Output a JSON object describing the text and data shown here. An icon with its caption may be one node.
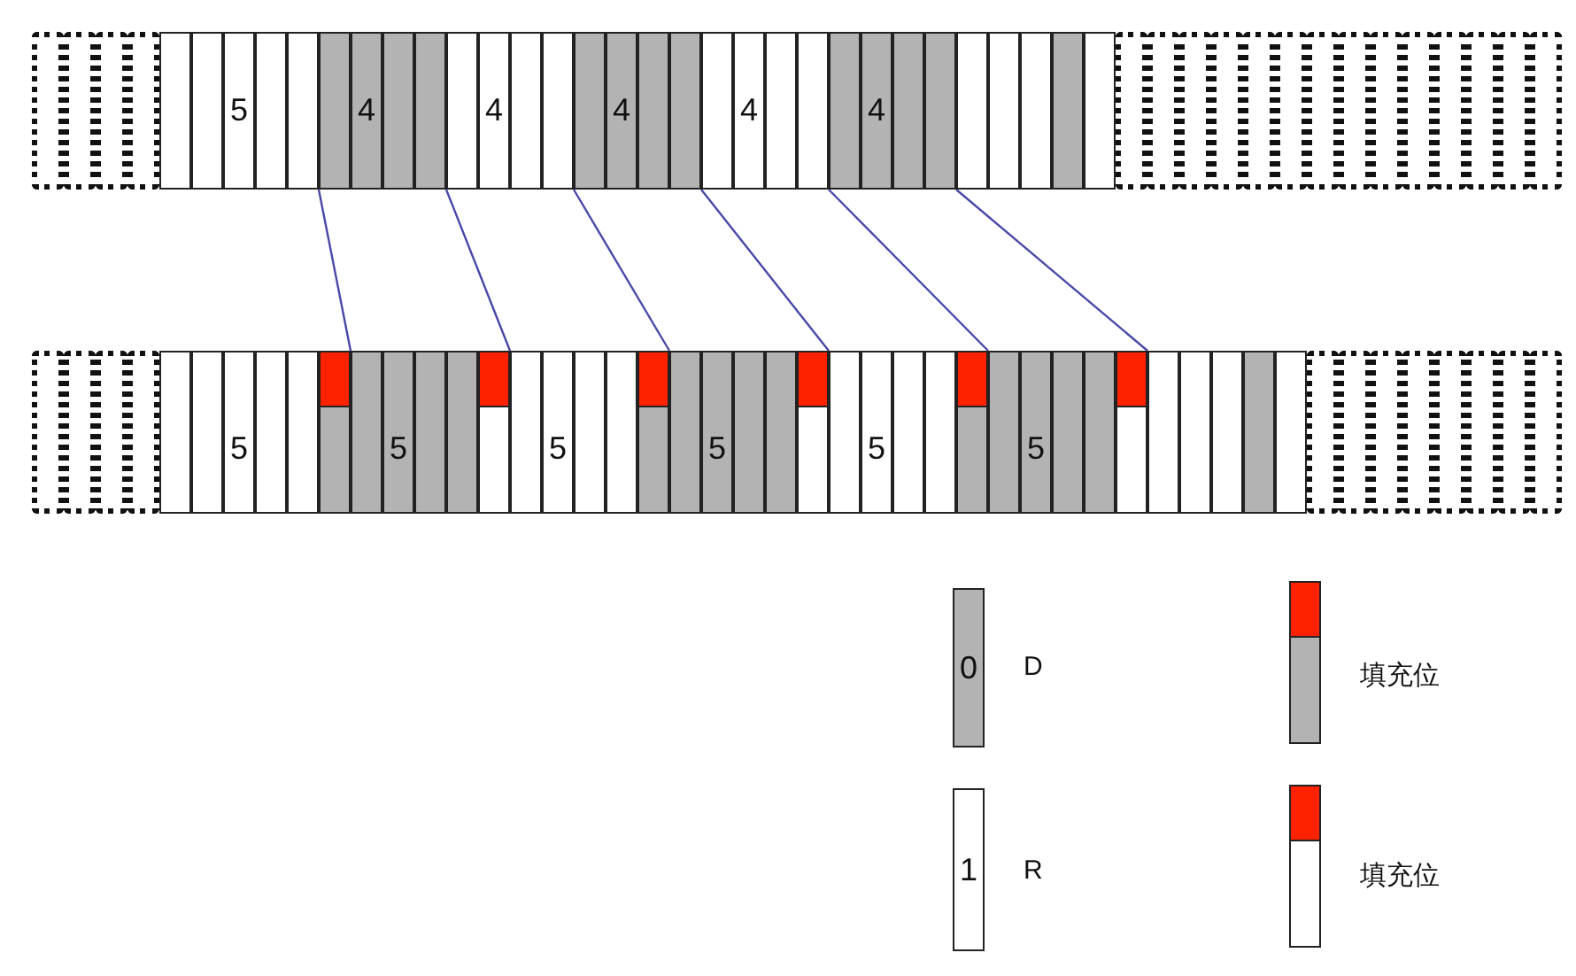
{
  "diagram": {
    "nodes": [
      {
        "text": [],
        "shape": "bar"
      },
      {
        "text": [],
        "shape": "bar"
      },
      {
        "text": [],
        "shape": "bar",
        "in": 1
      },
      {
        "text": [],
        "shape": "bar",
        "in": 1
      },
      {
        "text": [],
        "shape": "bar",
        "in": 1
      },
      {
        "text": [],
        "shape": "bar",
        "in": 1
      },
      {
        "text": [],
        "shape": "bar",
        "in": 1
      },
      {
        "text": [],
        "shape": "bar",
        "in": 1
      }
    ],
    "edges": [
      {
        "from": 0,
        "to": 2,
        "arrow": "none"
      },
      {
        "from": 0,
        "to": 3,
        "arrow": "none"
      },
      {
        "from": 0,
        "to": 4,
        "arrow": "none"
      },
      {
        "from": 0,
        "to": 5,
        "arrow": "none"
      },
      {
        "from": 0,
        "to": 6,
        "arrow": "none"
      },
      {
        "from": 0,
        "to": 7,
        "arrow": "none"
      }
    ],
    "labels": [
      "5",
      "4",
      "4",
      "4",
      "4",
      "4",
      "5",
      "5",
      "5",
      "5",
      "5",
      "5",
      "0",
      "1"
    ],
    "legend": [
      {
        "text": "D",
        "color": "#b3b3b3"
      },
      {
        "text": "R",
        "color": "#ffffff"
      },
      {
        "text": "填充位"
      },
      {
        "text": "填充位"
      }
    ]
  }
}
